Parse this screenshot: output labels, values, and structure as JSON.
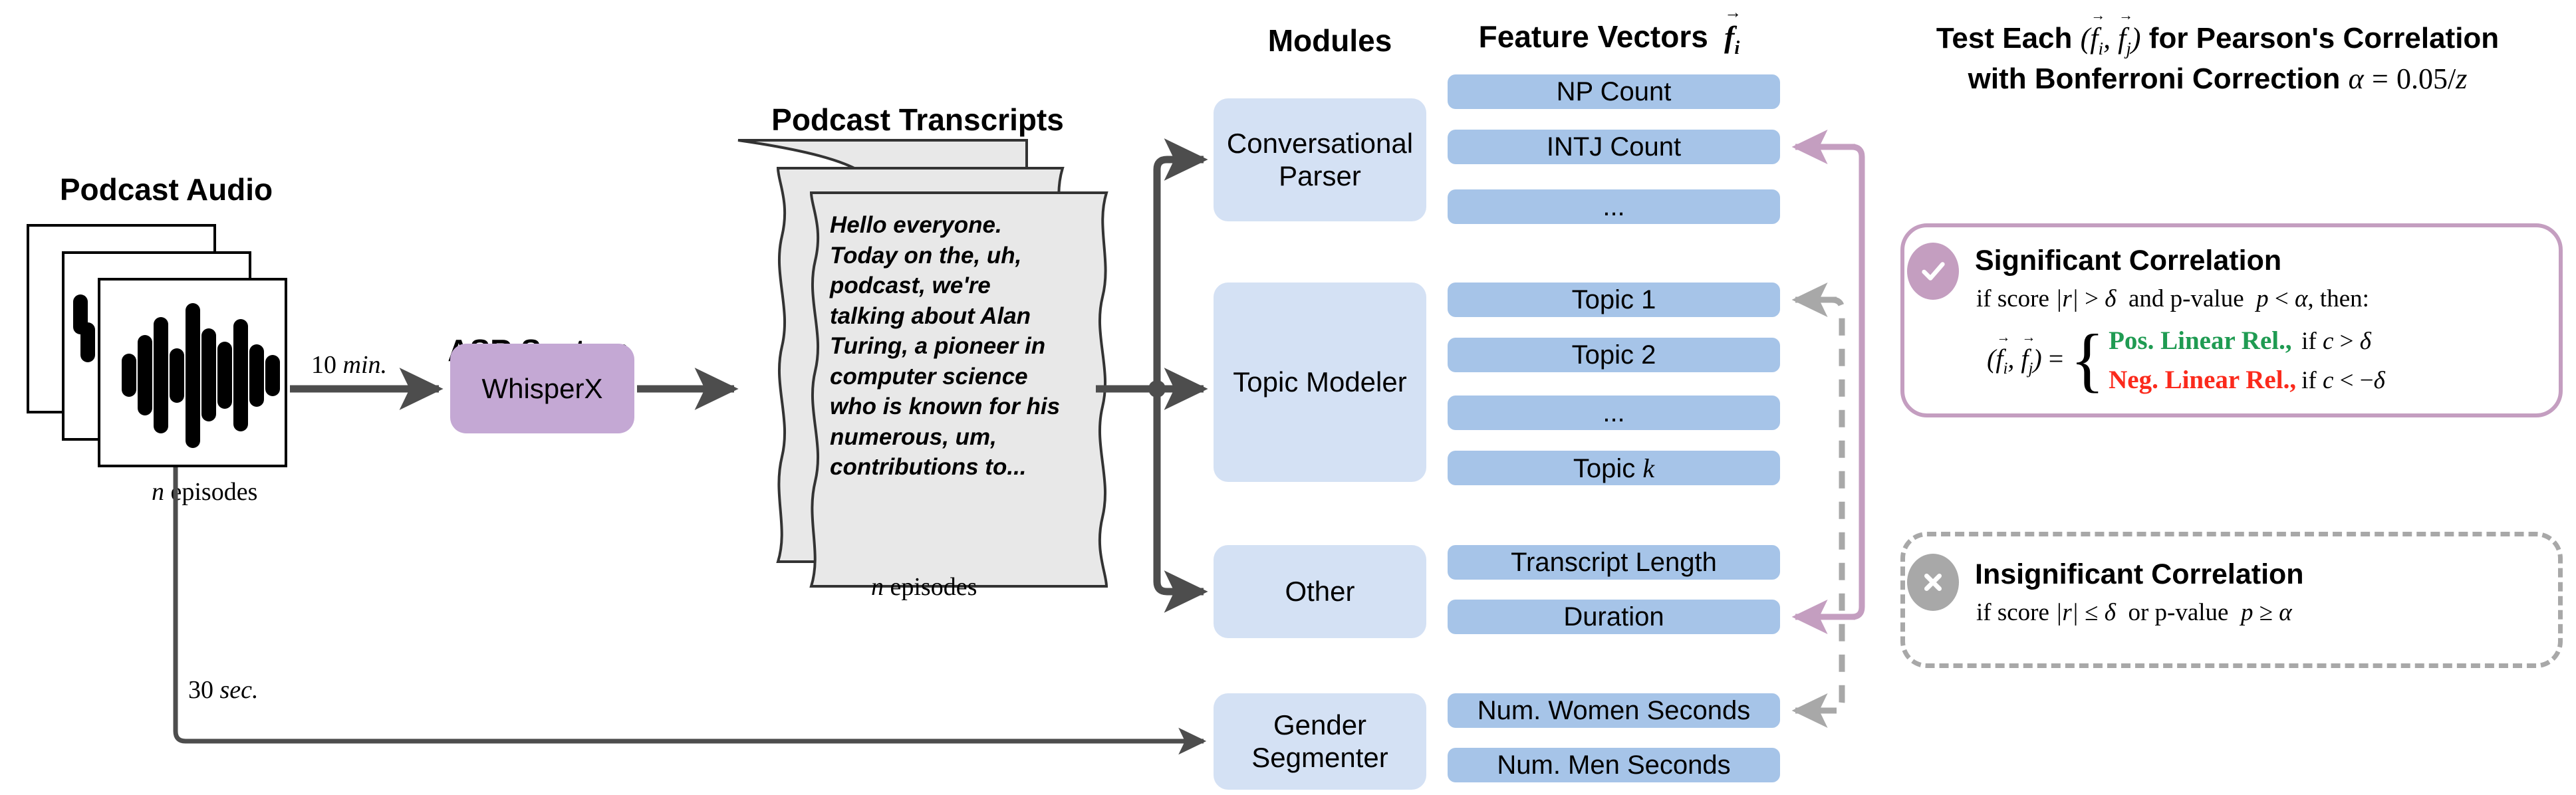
{
  "sections": {
    "podcast_audio_title": "Podcast Audio",
    "asr_title": "ASR System",
    "transcripts_title": "Podcast Transcripts",
    "modules_title": "Modules",
    "feature_vectors_title": "Feature Vectors",
    "feature_vectors_symbol": "f⃗i"
  },
  "labels": {
    "n_episodes_audio": "n episodes",
    "n_episodes_transcripts": "n episodes",
    "ten_min": "10 min.",
    "thirty_sec": "30 sec."
  },
  "asr": {
    "model": "WhisperX"
  },
  "transcript": {
    "text": "Hello everyone. Today on the, uh, podcast, we're talking about Alan Turing, a pioneer in computer science who is known for his numerous, um, contributions to..."
  },
  "pipeline": [
    {
      "module": "Conversational Parser",
      "features": [
        "NP Count",
        "INTJ Count",
        "..."
      ]
    },
    {
      "module": "Topic Modeler",
      "features": [
        "Topic 1",
        "Topic 2",
        "...",
        "Topic k"
      ]
    },
    {
      "module": "Other",
      "features": [
        "Transcript Length",
        "Duration"
      ]
    },
    {
      "module": "Gender Segmenter",
      "features": [
        "Num. Women Seconds",
        "Num. Men Seconds"
      ]
    }
  ],
  "analysis": {
    "title_line1": "Test Each (f⃗i, f⃗j) for Pearson's Correlation",
    "title_line2": "with Bonferroni Correction α = 0.05/z",
    "significant": {
      "heading": "Significant Correlation",
      "condition": "if score |r| > δ and p-value p < α, then:",
      "lhs": "(f⃗i, f⃗j) =",
      "cases": [
        {
          "label": "Pos. Linear Rel.,",
          "condition": "if c > δ",
          "color": "#1f9b52"
        },
        {
          "label": "Neg. Linear Rel.,",
          "condition": "if c < −δ",
          "color": "#fb2a1c"
        }
      ]
    },
    "insignificant": {
      "heading": "Insignificant Correlation",
      "condition": "if score |r| ≤ δ or p-value p ≥ α"
    }
  },
  "icons": {
    "check": "check-icon",
    "cross": "cross-icon"
  },
  "colors": {
    "module_box": "#d4e1f4",
    "feature_box": "#a6c4e8",
    "whisperx_box": "#c4a8d4",
    "significant_accent": "#c49ec0",
    "insignificant_accent": "#a8a8a8",
    "positive": "#1f9b52",
    "negative": "#fb2a1c",
    "arrow": "#4d4d4d"
  }
}
